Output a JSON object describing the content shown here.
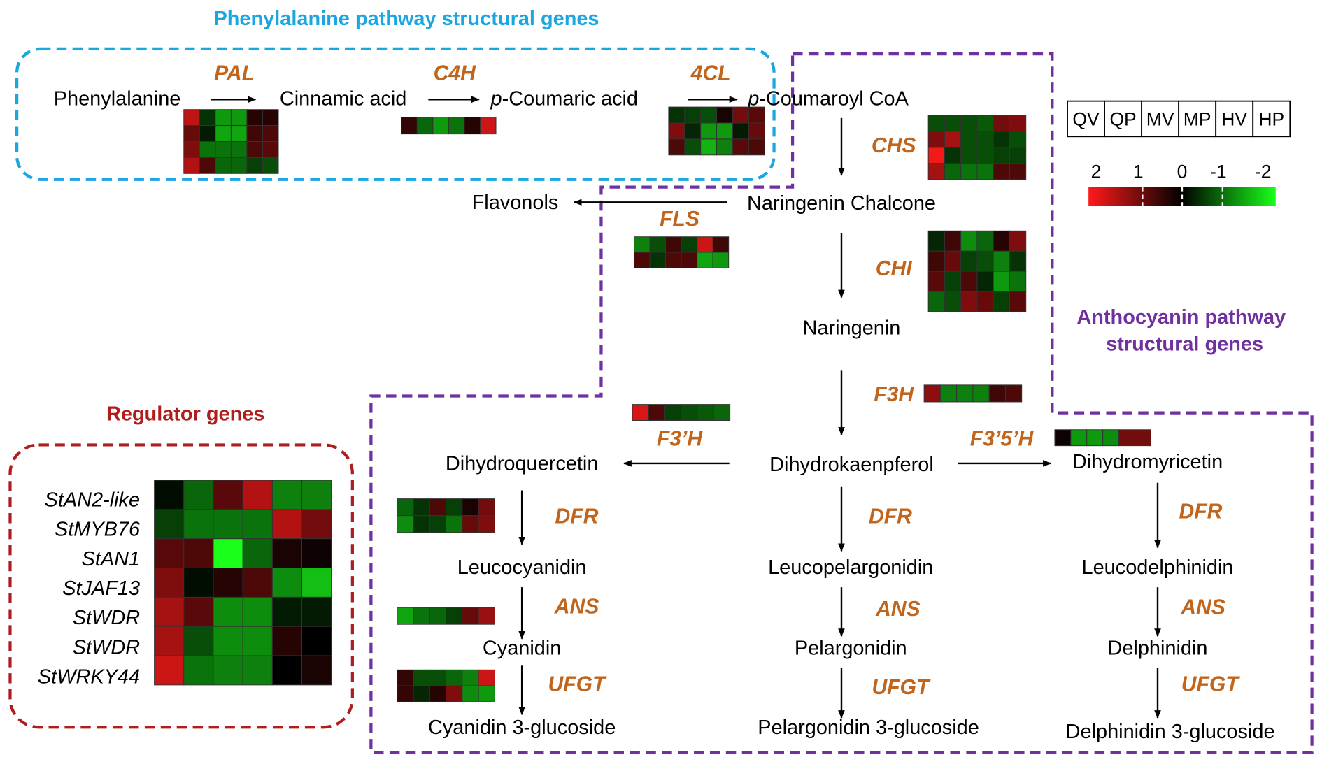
{
  "titles": {
    "phenylalanine": "Phenylalanine pathway structural genes",
    "anthocyanin_line1": "Anthocyanin pathway",
    "anthocyanin_line2": "structural genes",
    "regulator": "Regulator genes"
  },
  "compounds": {
    "phenylalanine": "Phenylalanine",
    "cinnamic_acid": "Cinnamic acid",
    "p_coumaric_acid_prefix": "p",
    "p_coumaric_acid_rest": "-Coumaric acid",
    "p_coumaroyl_coa_prefix": "p",
    "p_coumaroyl_coa_rest": "-Coumaroyl CoA",
    "naringenin_chalcone": "Naringenin Chalcone",
    "flavonols": "Flavonols",
    "naringenin": "Naringenin",
    "dihydrokaenpferol": "Dihydrokaenpferol",
    "dihydroquercetin": "Dihydroquercetin",
    "dihydromyricetin": "Dihydromyricetin",
    "leucocyanidin": "Leucocyanidin",
    "leucopelargonidin": "Leucopelargonidin",
    "leucodelphinidin": "Leucodelphinidin",
    "cyanidin": "Cyanidin",
    "pelargonidin": "Pelargonidin",
    "delphinidin": "Delphinidin",
    "cyanidin_3_glucoside": "Cyanidin 3-glucoside",
    "pelargonidin_3_glucoside": "Pelargonidin 3-glucoside",
    "delphinidin_3_glucoside": "Delphinidin 3-glucoside"
  },
  "genes": {
    "pal": "PAL",
    "c4h": "C4H",
    "fourcl": "4CL",
    "chs": "CHS",
    "fls": "FLS",
    "chi": "CHI",
    "f3h": "F3H",
    "f3ph": "F3’H",
    "f35h": "F3’5’H",
    "dfr_left": "DFR",
    "dfr_mid": "DFR",
    "dfr_right": "DFR",
    "ans_left": "ANS",
    "ans_mid": "ANS",
    "ans_right": "ANS",
    "ufgt_left": "UFGT",
    "ufgt_mid": "UFGT",
    "ufgt_right": "UFGT"
  },
  "regulators": [
    "StAN2-like",
    "StMYB76",
    "StAN1",
    "StJAF13",
    "StWDR",
    "StWDR",
    "StWRKY44"
  ],
  "legend": {
    "samples": [
      "QV",
      "QP",
      "MV",
      "MP",
      "HV",
      "HP"
    ],
    "scale_labels": [
      "2",
      "1",
      "0",
      "-1",
      "-2"
    ],
    "colors": {
      "high": "#ff1a1a",
      "mid": "#000000",
      "low": "#19ff19"
    }
  },
  "heatmaps": {
    "pal": [
      [
        1.5,
        -0.4,
        -1.2,
        -1.2,
        0.3,
        0.3
      ],
      [
        0.8,
        -0.2,
        -1.3,
        -1.3,
        0.5,
        0.6
      ],
      [
        1.0,
        -0.9,
        -0.9,
        -0.9,
        0.6,
        0.7
      ],
      [
        1.4,
        0.6,
        -0.8,
        -0.8,
        -0.5,
        -0.6
      ]
    ],
    "c4h": [
      [
        0.4,
        -0.8,
        -1.2,
        -0.9,
        0.3,
        1.6
      ]
    ],
    "fourcl": [
      [
        -0.4,
        -0.5,
        -0.6,
        0.2,
        0.9,
        0.7
      ],
      [
        1.0,
        -0.3,
        -1.2,
        -1.2,
        -0.2,
        0.8
      ],
      [
        0.6,
        -0.6,
        -1.4,
        -1.0,
        0.7,
        0.6
      ]
    ],
    "chs": [
      [
        -0.6,
        -0.6,
        -0.6,
        -0.7,
        0.9,
        1.0
      ],
      [
        1.0,
        1.3,
        -0.6,
        -0.6,
        -0.4,
        -0.6
      ],
      [
        1.9,
        -0.4,
        -0.6,
        -0.6,
        -0.5,
        -0.5
      ],
      [
        1.3,
        -0.8,
        -0.9,
        -0.9,
        0.6,
        0.6
      ]
    ],
    "chi": [
      [
        -0.3,
        0.5,
        -1.1,
        -0.8,
        0.3,
        1.0
      ],
      [
        0.5,
        0.8,
        -0.5,
        -0.6,
        -1.0,
        -0.4
      ],
      [
        0.7,
        -0.5,
        0.6,
        -0.3,
        -1.2,
        -0.9
      ],
      [
        -0.8,
        -0.6,
        1.0,
        0.8,
        -0.5,
        0.7
      ]
    ],
    "fls": [
      [
        -1.0,
        -0.6,
        0.5,
        -0.5,
        1.6,
        0.5
      ],
      [
        0.6,
        -0.4,
        0.6,
        0.6,
        -1.3,
        -1.2
      ]
    ],
    "f3h": [
      [
        1.1,
        -1.0,
        -1.0,
        -1.0,
        0.5,
        0.6
      ]
    ],
    "f3ph": [
      [
        1.7,
        0.6,
        -0.5,
        -0.6,
        -0.7,
        -0.8
      ]
    ],
    "f35h": [
      [
        0.1,
        -1.2,
        -1.2,
        -1.1,
        0.9,
        0.9
      ]
    ],
    "dfr_left": [
      [
        -0.8,
        -0.4,
        0.6,
        -0.5,
        0.2,
        0.9
      ],
      [
        -1.1,
        -0.4,
        -0.5,
        -0.9,
        0.8,
        1.0
      ]
    ],
    "ans_left": [
      [
        -1.3,
        -0.9,
        -0.8,
        -0.5,
        0.8,
        1.2
      ]
    ],
    "ufgt_left": [
      [
        0.4,
        -0.6,
        -0.6,
        -0.8,
        -1.0,
        1.6
      ],
      [
        0.4,
        -0.3,
        0.3,
        1.0,
        -1.1,
        -1.2
      ]
    ],
    "regulators": [
      [
        -0.1,
        -0.8,
        0.7,
        1.4,
        -1.0,
        -1.0
      ],
      [
        -0.5,
        -0.9,
        -0.9,
        -0.9,
        1.4,
        0.9
      ],
      [
        0.7,
        0.6,
        -2.0,
        -0.8,
        0.2,
        0.1
      ],
      [
        1.0,
        -0.1,
        0.3,
        0.6,
        -1.1,
        -1.5
      ],
      [
        1.3,
        0.7,
        -1.1,
        -1.1,
        -0.2,
        -0.2
      ],
      [
        1.3,
        -0.6,
        -1.1,
        -1.1,
        0.3,
        0.0
      ],
      [
        1.6,
        -0.9,
        -1.0,
        -1.0,
        0.0,
        0.2
      ]
    ]
  }
}
